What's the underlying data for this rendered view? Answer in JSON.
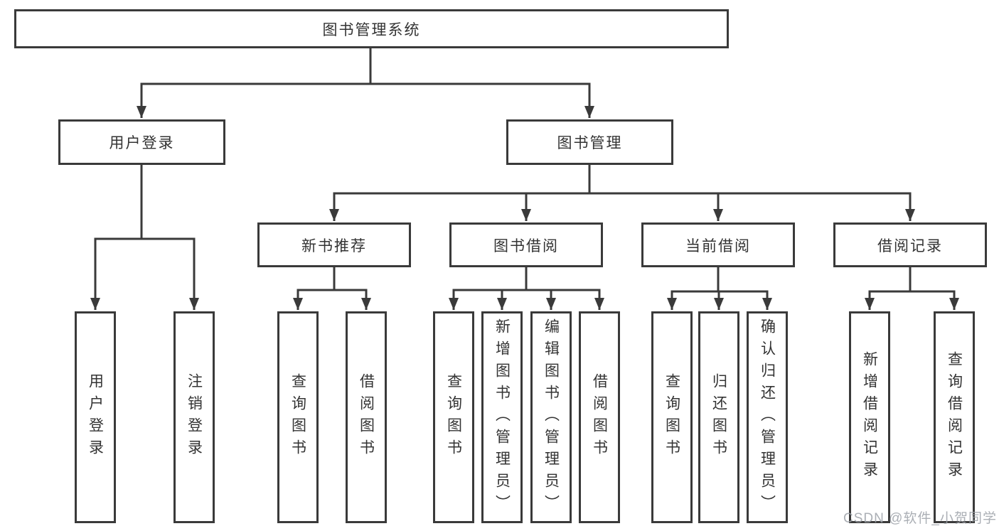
{
  "diagram": {
    "root": {
      "label": "图书管理系统"
    },
    "level2": [
      {
        "label": "用户登录"
      },
      {
        "label": "图书管理"
      }
    ],
    "level3": [
      {
        "label": "新书推荐"
      },
      {
        "label": "图书借阅"
      },
      {
        "label": "当前借阅"
      },
      {
        "label": "借阅记录"
      }
    ],
    "leaves": [
      {
        "label": "用户登录"
      },
      {
        "label": "注销登录"
      },
      {
        "label": "查询图书"
      },
      {
        "label": "借阅图书"
      },
      {
        "label": "查询图书"
      },
      {
        "label": "新增图书（管理员）"
      },
      {
        "label": "编辑图书（管理员）"
      },
      {
        "label": "借阅图书"
      },
      {
        "label": "查询图书"
      },
      {
        "label": "归还图书"
      },
      {
        "label": "确认归还（管理员）"
      },
      {
        "label": "新增借阅记录"
      },
      {
        "label": "查询借阅记录"
      }
    ],
    "watermark": "CSDN @软件_小贺同学",
    "colors": {
      "line": "#3a3a3a",
      "text": "#333333",
      "background": "#ffffff",
      "watermark": "#9ca1a8"
    }
  }
}
